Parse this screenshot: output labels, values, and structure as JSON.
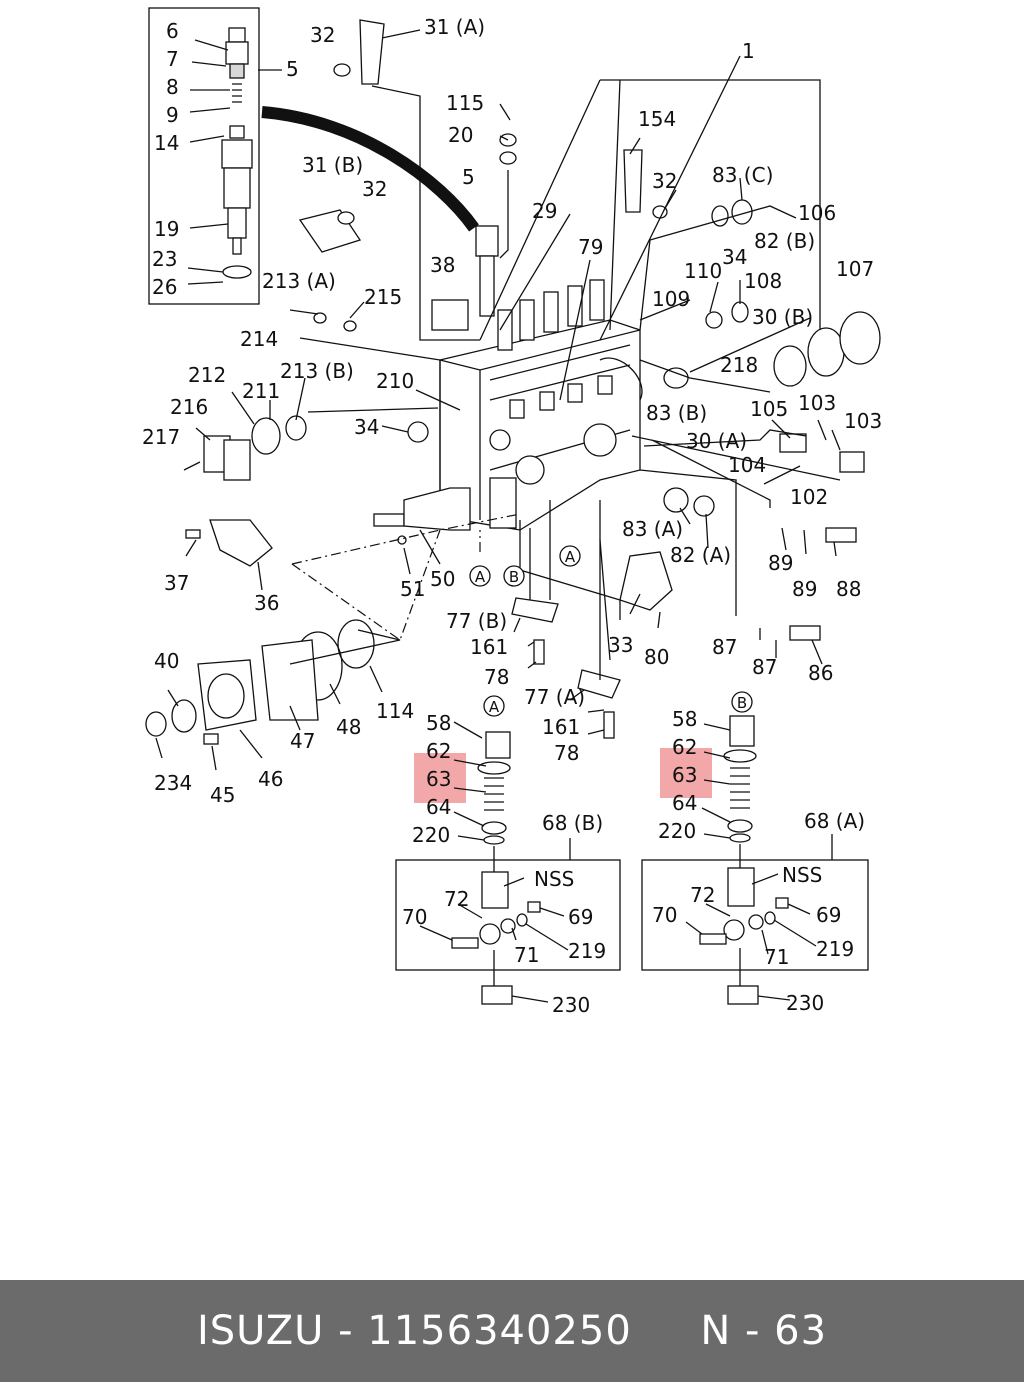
{
  "diagram": {
    "labels": [
      {
        "id": "6",
        "text": "6"
      },
      {
        "id": "7",
        "text": "7"
      },
      {
        "id": "8",
        "text": "8"
      },
      {
        "id": "9",
        "text": "9"
      },
      {
        "id": "14",
        "text": "14"
      },
      {
        "id": "19",
        "text": "19"
      },
      {
        "id": "23",
        "text": "23"
      },
      {
        "id": "26",
        "text": "26"
      },
      {
        "id": "5a",
        "text": "5"
      },
      {
        "id": "32a",
        "text": "32"
      },
      {
        "id": "31A",
        "text": "31 (A)"
      },
      {
        "id": "1",
        "text": "1"
      },
      {
        "id": "115",
        "text": "115"
      },
      {
        "id": "20",
        "text": "20"
      },
      {
        "id": "5b",
        "text": "5"
      },
      {
        "id": "31B",
        "text": "31 (B)"
      },
      {
        "id": "32b",
        "text": "32"
      },
      {
        "id": "29",
        "text": "29"
      },
      {
        "id": "154",
        "text": "154"
      },
      {
        "id": "32c",
        "text": "32"
      },
      {
        "id": "83C",
        "text": "83 (C)"
      },
      {
        "id": "106",
        "text": "106"
      },
      {
        "id": "82B",
        "text": "82 (B)"
      },
      {
        "id": "79",
        "text": "79"
      },
      {
        "id": "38",
        "text": "38"
      },
      {
        "id": "213A",
        "text": "213 (A)"
      },
      {
        "id": "215",
        "text": "215"
      },
      {
        "id": "110",
        "text": "110"
      },
      {
        "id": "34a",
        "text": "34"
      },
      {
        "id": "108",
        "text": "108"
      },
      {
        "id": "107",
        "text": "107"
      },
      {
        "id": "109",
        "text": "109"
      },
      {
        "id": "30B",
        "text": "30 (B)"
      },
      {
        "id": "214",
        "text": "214"
      },
      {
        "id": "212",
        "text": "212"
      },
      {
        "id": "213B",
        "text": "213 (B)"
      },
      {
        "id": "210",
        "text": "210"
      },
      {
        "id": "211",
        "text": "211"
      },
      {
        "id": "218",
        "text": "218"
      },
      {
        "id": "216",
        "text": "216"
      },
      {
        "id": "105",
        "text": "105"
      },
      {
        "id": "103a",
        "text": "103"
      },
      {
        "id": "103b",
        "text": "103"
      },
      {
        "id": "83B",
        "text": "83 (B)"
      },
      {
        "id": "34b",
        "text": "34"
      },
      {
        "id": "217",
        "text": "217"
      },
      {
        "id": "30A",
        "text": "30 (A)"
      },
      {
        "id": "104",
        "text": "104"
      },
      {
        "id": "102",
        "text": "102"
      },
      {
        "id": "83A",
        "text": "83 (A)"
      },
      {
        "id": "82A",
        "text": "82 (A)"
      },
      {
        "id": "89a",
        "text": "89"
      },
      {
        "id": "89b",
        "text": "89"
      },
      {
        "id": "88",
        "text": "88"
      },
      {
        "id": "37",
        "text": "37"
      },
      {
        "id": "36",
        "text": "36"
      },
      {
        "id": "51",
        "text": "51"
      },
      {
        "id": "50",
        "text": "50"
      },
      {
        "id": "77B",
        "text": "77 (B)"
      },
      {
        "id": "33",
        "text": "33"
      },
      {
        "id": "80",
        "text": "80"
      },
      {
        "id": "87a",
        "text": "87"
      },
      {
        "id": "87b",
        "text": "87"
      },
      {
        "id": "86",
        "text": "86"
      },
      {
        "id": "161a",
        "text": "161"
      },
      {
        "id": "78a",
        "text": "78"
      },
      {
        "id": "40",
        "text": "40"
      },
      {
        "id": "114",
        "text": "114"
      },
      {
        "id": "48",
        "text": "48"
      },
      {
        "id": "47",
        "text": "47"
      },
      {
        "id": "77A",
        "text": "77 (A)"
      },
      {
        "id": "161b",
        "text": "161"
      },
      {
        "id": "78b",
        "text": "78"
      },
      {
        "id": "234",
        "text": "234"
      },
      {
        "id": "45",
        "text": "45"
      },
      {
        "id": "46",
        "text": "46"
      },
      {
        "id": "58a",
        "text": "58"
      },
      {
        "id": "62a",
        "text": "62"
      },
      {
        "id": "63a",
        "text": "63"
      },
      {
        "id": "64a",
        "text": "64"
      },
      {
        "id": "220a",
        "text": "220"
      },
      {
        "id": "68B",
        "text": "68 (B)"
      },
      {
        "id": "NSSa",
        "text": "NSS"
      },
      {
        "id": "72a",
        "text": "72"
      },
      {
        "id": "69a",
        "text": "69"
      },
      {
        "id": "70a",
        "text": "70"
      },
      {
        "id": "219a",
        "text": "219"
      },
      {
        "id": "71a",
        "text": "71"
      },
      {
        "id": "230a",
        "text": "230"
      },
      {
        "id": "58b",
        "text": "58"
      },
      {
        "id": "62b",
        "text": "62"
      },
      {
        "id": "63b",
        "text": "63"
      },
      {
        "id": "64b",
        "text": "64"
      },
      {
        "id": "220b",
        "text": "220"
      },
      {
        "id": "68A",
        "text": "68 (A)"
      },
      {
        "id": "NSSb",
        "text": "NSS"
      },
      {
        "id": "72b",
        "text": "72"
      },
      {
        "id": "69b",
        "text": "69"
      },
      {
        "id": "70b",
        "text": "70"
      },
      {
        "id": "219b",
        "text": "219"
      },
      {
        "id": "71b",
        "text": "71"
      },
      {
        "id": "230b",
        "text": "230"
      }
    ],
    "circle_markers": [
      {
        "id": "A1",
        "text": "A"
      },
      {
        "id": "B1",
        "text": "B"
      },
      {
        "id": "A2",
        "text": "A"
      },
      {
        "id": "A3",
        "text": "A"
      },
      {
        "id": "B3",
        "text": "B"
      }
    ],
    "highlight_color": "#f0a0a0"
  },
  "footer": {
    "brand": "ISUZU",
    "separator": " - ",
    "part_number": "1156340250",
    "page_ref": "N - 63"
  }
}
